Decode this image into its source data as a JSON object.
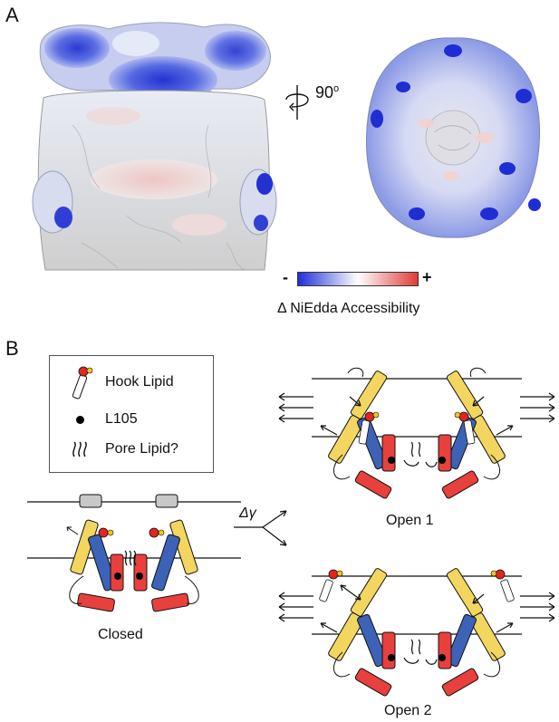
{
  "panel_a": {
    "letter": "A",
    "rotation_label": "90",
    "rotation_sup": "o",
    "scale": {
      "minus": "-",
      "plus": "+",
      "caption": "Δ NiEdda Accessibility",
      "color_low": "#1f2fd6",
      "color_mid": "#ffffff",
      "color_high": "#e03a3a"
    }
  },
  "panel_b": {
    "letter": "B",
    "legend": [
      {
        "label": "Hook Lipid"
      },
      {
        "label": "L105"
      },
      {
        "label": "Pore Lipid?"
      }
    ],
    "tension_label": "Δγ",
    "states": {
      "closed": "Closed",
      "open1": "Open 1",
      "open2": "Open 2"
    },
    "colors": {
      "yellow": "#f2d660",
      "blue": "#3d63b8",
      "red": "#e8403c",
      "grey": "#c8c8c8",
      "lipid_head": "#e2261d",
      "lipid_small": "#f5c21b"
    }
  }
}
